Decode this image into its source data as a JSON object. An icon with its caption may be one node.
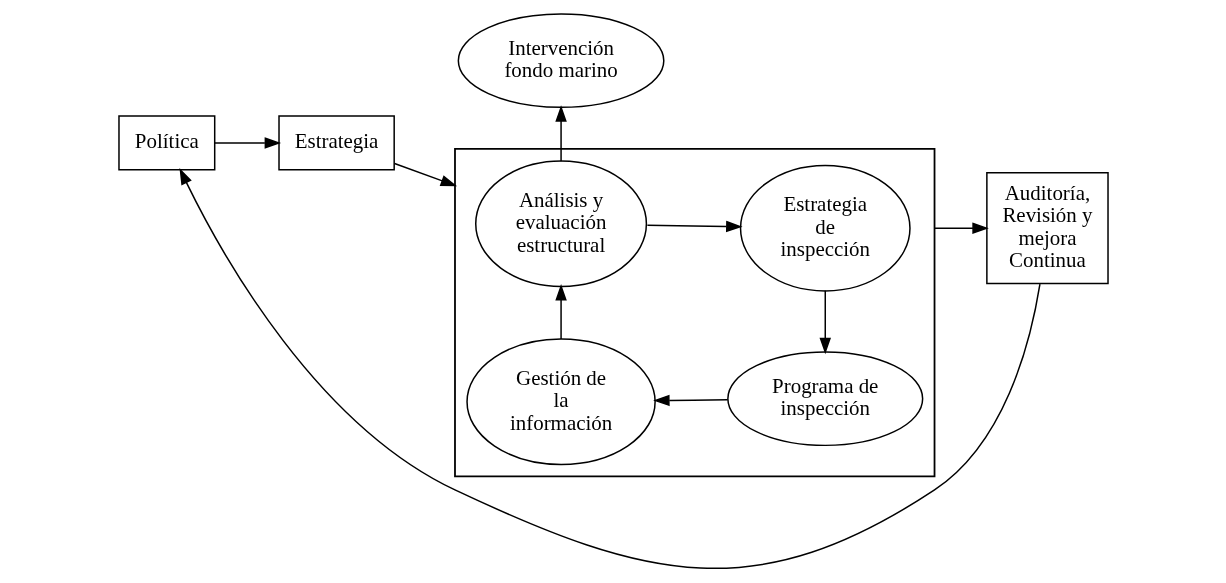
{
  "diagram": {
    "nodes": [
      {
        "text": [
          "Política"
        ]
      },
      {
        "text": [
          "Estrategia"
        ]
      },
      {
        "text": [],
        "shape": "box"
      },
      {
        "text": [
          "Intervención fondo marino"
        ]
      },
      {
        "text": [
          "Análisis y evaluación estructural"
        ],
        "in": 2
      },
      {
        "text": [
          "Estrategia de inspección"
        ],
        "in": 2
      },
      {
        "text": [
          "Gestión de la información"
        ],
        "in": 2
      },
      {
        "text": [
          "Programa de inspección"
        ],
        "in": 2
      },
      {
        "text": [
          "Auditoría, Revisión y mejora Continua"
        ]
      }
    ],
    "edges": [
      {
        "from": 0,
        "to": 1,
        "arrow": "to"
      },
      {
        "from": 1,
        "to": 2,
        "arrow": "to"
      },
      {
        "from": 4,
        "to": 3,
        "arrow": "to"
      },
      {
        "from": 4,
        "to": 5,
        "arrow": "to"
      },
      {
        "from": 5,
        "to": 7,
        "arrow": "to"
      },
      {
        "from": 7,
        "to": 6,
        "arrow": "to"
      },
      {
        "from": 6,
        "to": 4,
        "arrow": "to"
      },
      {
        "from": 2,
        "to": 8,
        "arrow": "to"
      },
      {
        "from": 8,
        "to": 0,
        "arrow": "to"
      }
    ]
  }
}
